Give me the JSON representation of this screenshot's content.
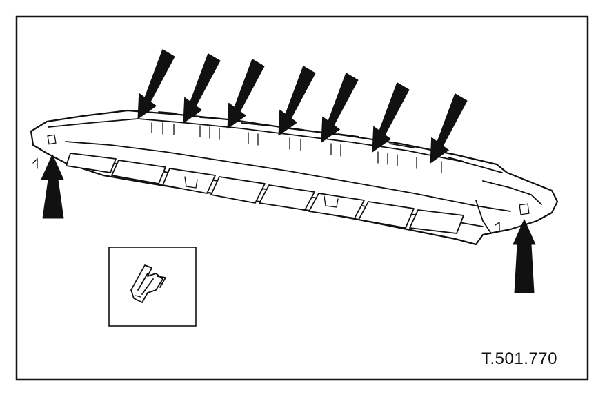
{
  "figure": {
    "reference_code": "T.501.770",
    "arrow_count_top": 7,
    "arrow_count_bottom": 2,
    "colors": {
      "ink": "#111111",
      "paper": "#ffffff"
    }
  }
}
